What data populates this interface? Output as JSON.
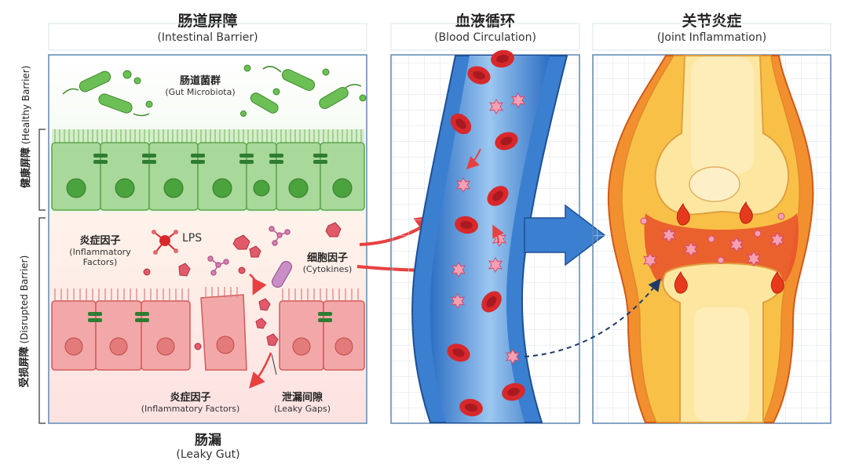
{
  "panels": {
    "intestine": {
      "title_cn": "肠道屏障",
      "title_en": "(Intestinal Barrier)"
    },
    "blood": {
      "title_cn": "血液循环",
      "title_en": "(Blood Circulation)"
    },
    "joint": {
      "title_cn": "关节炎症",
      "title_en": "(Joint Inflammation)"
    }
  },
  "side_labels": {
    "healthy_cn": "健康屏障",
    "healthy_en": "(Healthy Barrier)",
    "disrupted_cn": "受损屏障",
    "disrupted_en": "(Disrupted Barrier)"
  },
  "labels": {
    "microbiota_cn": "肠道菌群",
    "microbiota_en": "(Gut Microbiota)",
    "lps": "LPS",
    "inflam1_cn": "炎症因子",
    "inflam1_en1": "(Inflammatory",
    "inflam1_en2": "Factors)",
    "cytokines_cn": "细胞因子",
    "cytokines_en": "(Cytokines)",
    "inflam2_cn": "炎症因子",
    "inflam2_en": "(Inflammatory Factors)",
    "leaky_gaps_cn": "泄漏间隙",
    "leaky_gaps_en": "(Leaky Gaps)",
    "leaky_gut_cn": "肠漏",
    "leaky_gut_en": "(Leaky Gut)"
  },
  "colors": {
    "healthy_cell": "#a8d89a",
    "damaged_cell": "#f2a8a8",
    "vessel_blue": "#3b7fd0",
    "rbc_red": "#d8282b",
    "joint_orange": "#f29030",
    "arrow_red": "#e84040"
  }
}
